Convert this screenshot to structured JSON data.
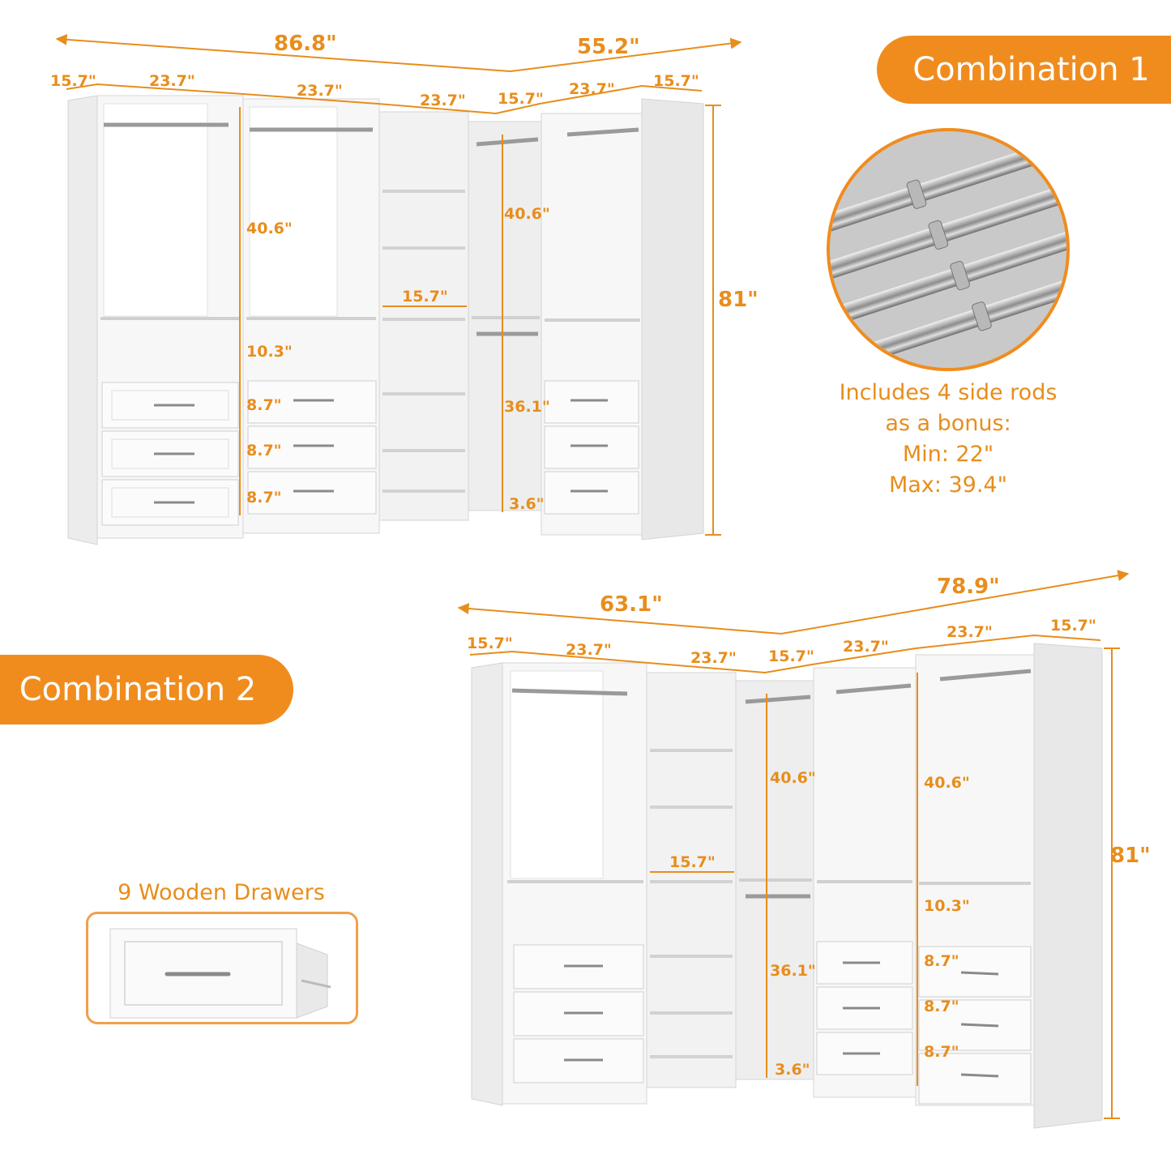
{
  "combination_1": {
    "label": "Combination 1",
    "overall_width_left": "86.8\"",
    "overall_width_right": "55.2\"",
    "height": "81\"",
    "module_widths": [
      "15.7\"",
      "23.7\"",
      "23.7\"",
      "23.7\"",
      "15.7\"",
      "23.7\"",
      "15.7\""
    ],
    "shelf_width": "15.7\"",
    "vertical_dims": {
      "upper_hang": "40.6\"",
      "open_shelf": "10.3\"",
      "drawer_1": "8.7\"",
      "drawer_2": "8.7\"",
      "drawer_3": "8.7\"",
      "corner_upper": "40.6\"",
      "corner_lower": "36.1\"",
      "corner_base": "3.6\""
    }
  },
  "combination_2": {
    "label": "Combination 2",
    "overall_width_left": "63.1\"",
    "overall_width_right": "78.9\"",
    "height": "81\"",
    "module_widths": [
      "15.7\"",
      "23.7\"",
      "23.7\"",
      "15.7\"",
      "23.7\"",
      "23.7\"",
      "15.7\""
    ],
    "shelf_width": "15.7\"",
    "vertical_dims": {
      "corner_upper": "40.6\"",
      "corner_lower": "36.1\"",
      "corner_base": "3.6\"",
      "right_upper": "40.6\"",
      "open_shelf": "10.3\"",
      "drawer_1": "8.7\"",
      "drawer_2": "8.7\"",
      "drawer_3": "8.7\""
    }
  },
  "bonus_rods": {
    "lines": [
      "Includes 4 side rods",
      "as a bonus:",
      "Min: 22\"",
      "Max: 39.4\""
    ]
  },
  "drawers": {
    "title": "9 Wooden Drawers"
  },
  "colors": {
    "accent": "#f08c1e",
    "dimension_text": "#e88d1c",
    "cabinet": "#f7f7f7",
    "cabinet_edge": "#d4d4d4",
    "rod": "#9a9a9a"
  }
}
